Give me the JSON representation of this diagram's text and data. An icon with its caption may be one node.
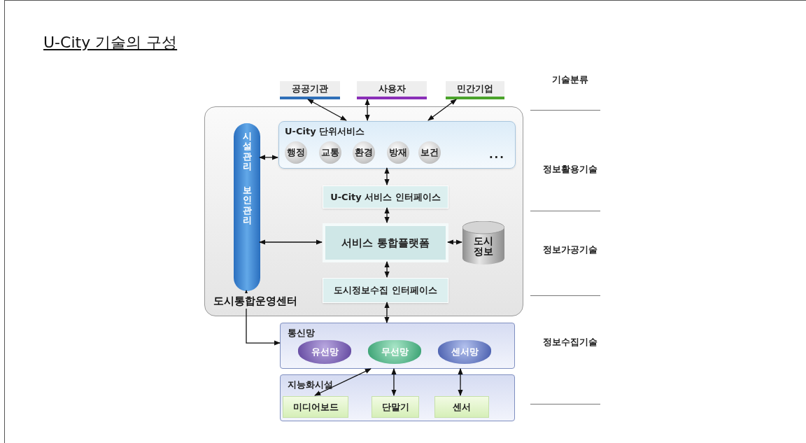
{
  "diagram": {
    "title": "U-City 기술의 구성",
    "nodes": [
      {
        "text": [
          "공공기관"
        ]
      },
      {
        "text": [
          "사용자"
        ]
      },
      {
        "text": [
          "민간기업"
        ]
      },
      {
        "text": [
          "도시통합운영센터"
        ]
      },
      {
        "text": [
          "U-City 단위서비스",
          "..."
        ],
        "in": 3
      },
      {
        "text": [
          "행정"
        ],
        "in": 4
      },
      {
        "text": [
          "교통"
        ],
        "in": 4
      },
      {
        "text": [
          "환경"
        ],
        "in": 4
      },
      {
        "text": [
          "방재"
        ],
        "in": 4
      },
      {
        "text": [
          "보건"
        ],
        "in": 4
      },
      {
        "text": [
          "시설관리",
          "보인관리"
        ],
        "in": 3
      },
      {
        "text": [
          "U-City 서비스 인터페이스"
        ],
        "in": 3
      },
      {
        "text": [
          "서비스 통합플랫폼"
        ],
        "in": 3
      },
      {
        "text": [
          "도시 정보"
        ],
        "in": 3
      },
      {
        "text": [
          "도시정보수집 인터페이스"
        ],
        "in": 3
      },
      {
        "text": [
          "통신망"
        ]
      },
      {
        "text": [
          "유선망"
        ],
        "in": 15
      },
      {
        "text": [
          "무선망"
        ],
        "in": 15
      },
      {
        "text": [
          "센서망"
        ],
        "in": 15
      },
      {
        "text": [
          "지능화시설"
        ]
      },
      {
        "text": [
          "미디어보드"
        ],
        "in": 19
      },
      {
        "text": [
          "단말기"
        ],
        "in": 19
      },
      {
        "text": [
          "센서"
        ],
        "in": 19
      }
    ],
    "edges": [
      {
        "from": 0,
        "to": 4,
        "arrow": "both"
      },
      {
        "from": 1,
        "to": 4,
        "arrow": "both"
      },
      {
        "from": 2,
        "to": 4,
        "arrow": "both"
      },
      {
        "from": 10,
        "to": 4,
        "arrow": "both"
      },
      {
        "from": 4,
        "to": 11,
        "arrow": "both"
      },
      {
        "from": 11,
        "to": 12,
        "arrow": "both"
      },
      {
        "from": 10,
        "to": 12,
        "arrow": "both"
      },
      {
        "from": 12,
        "to": 13,
        "arrow": "both"
      },
      {
        "from": 12,
        "to": 14,
        "arrow": "both"
      },
      {
        "from": 14,
        "to": 15,
        "arrow": "both"
      },
      {
        "from": 10,
        "to": 15,
        "arrow": "both"
      },
      {
        "from": 15,
        "to": 20,
        "arrow": "both"
      },
      {
        "from": 15,
        "to": 21,
        "arrow": "both"
      },
      {
        "from": 15,
        "to": 22,
        "arrow": "both"
      }
    ],
    "labels": [
      "기술분류",
      "정보활용기술",
      "정보가공기술",
      "정보수집기술"
    ]
  }
}
